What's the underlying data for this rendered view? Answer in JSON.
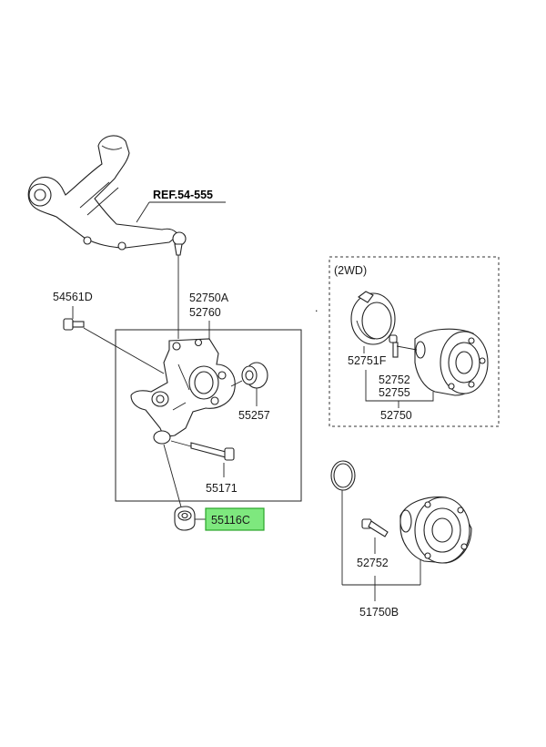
{
  "labels": {
    "ref": "REF.54-555",
    "bolt_54561d": "54561D",
    "knuckle_52750a": "52750A",
    "knuckle_52760": "52760",
    "bushing_55257": "55257",
    "bolt_55171": "55171",
    "nut_55116c": "55116C",
    "group_2wd": "(2WD)",
    "seal_52751f": "52751F",
    "stud_52752_2wd": "52752",
    "hub_52755": "52755",
    "assy_52750": "52750",
    "stud_52752": "52752",
    "assy_51750b": "51750B"
  },
  "colors": {
    "highlight_fill": "#7ee87e",
    "highlight_stroke": "#2aa52a",
    "ink": "#222222"
  },
  "highlighted_part": "55116C"
}
